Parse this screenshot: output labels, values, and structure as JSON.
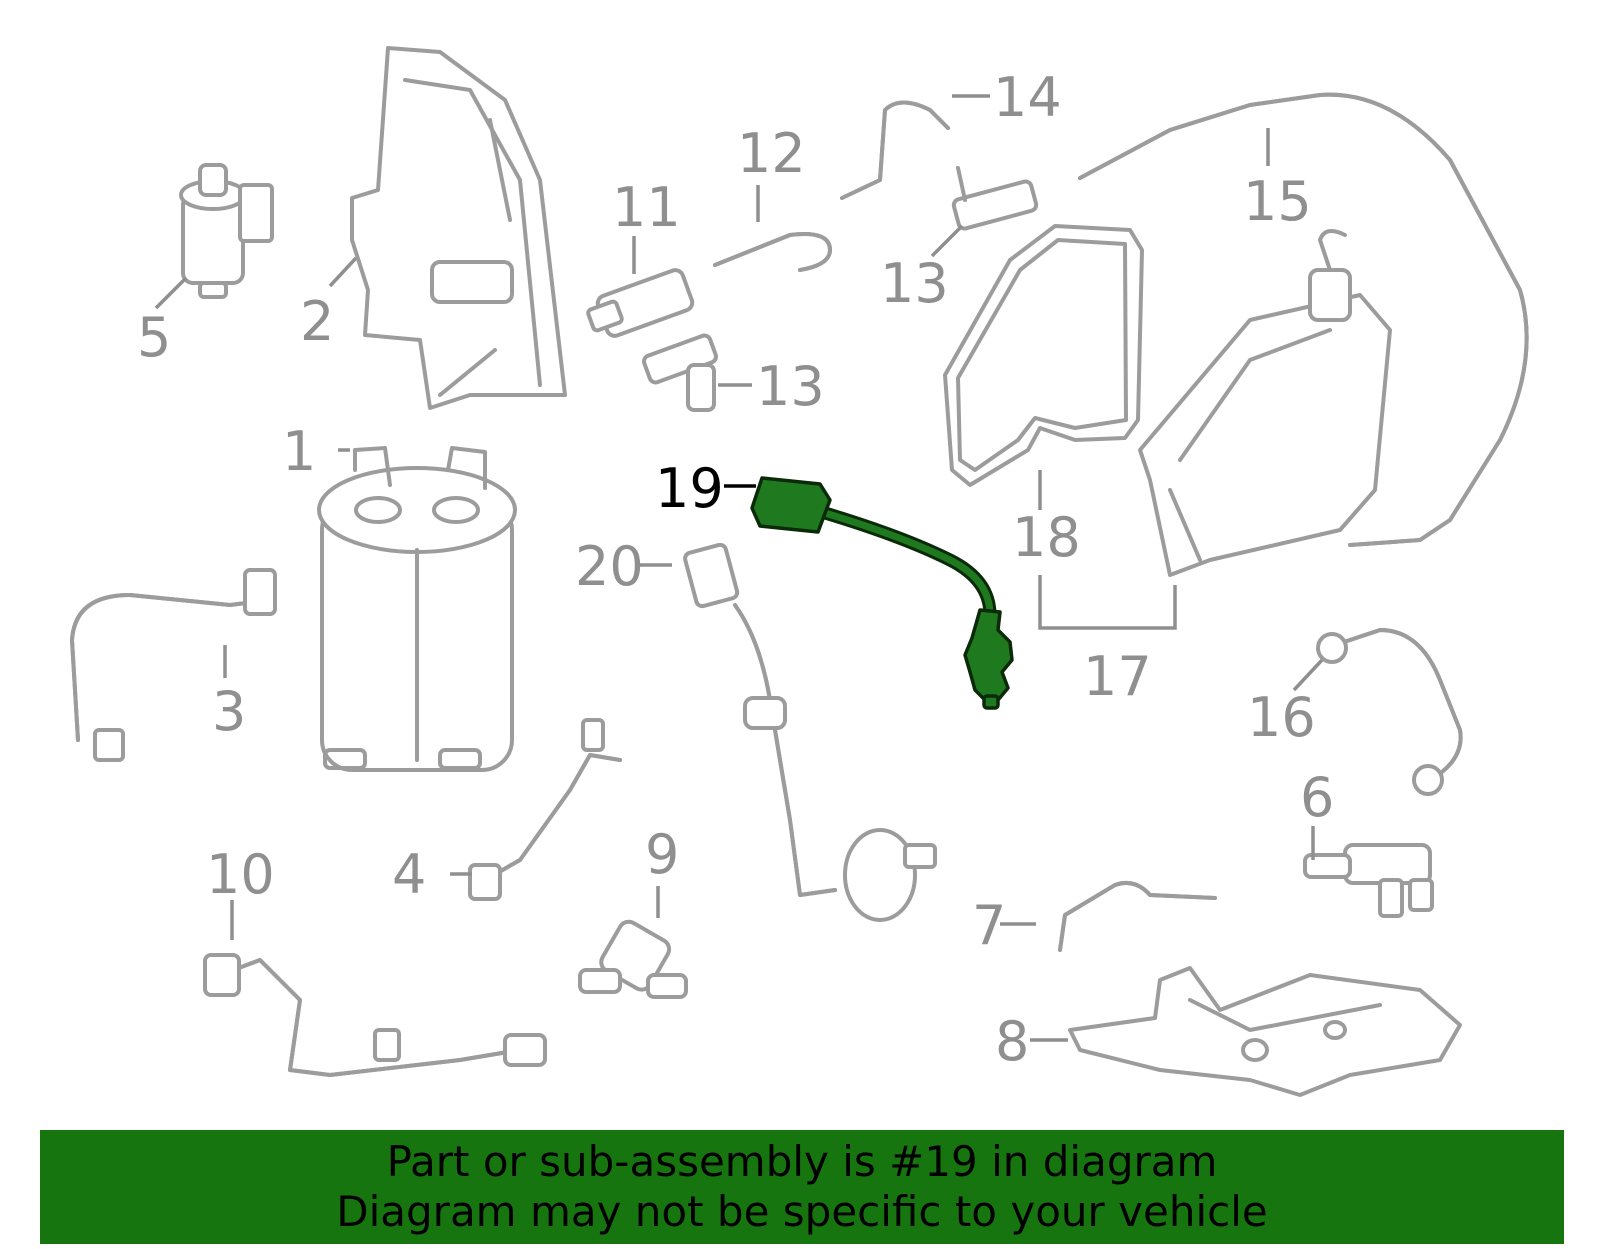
{
  "callouts": {
    "c1": "1",
    "c2": "2",
    "c3": "3",
    "c4": "4",
    "c5": "5",
    "c6": "6",
    "c7": "7",
    "c8": "8",
    "c9": "9",
    "c10": "10",
    "c11": "11",
    "c12": "12",
    "c13a": "13",
    "c13b": "13",
    "c14": "14",
    "c15": "15",
    "c16": "16",
    "c17": "17",
    "c18": "18",
    "c19": "19",
    "c20": "20"
  },
  "highlighted_part": "19",
  "colors": {
    "highlight": "#1f7a1f",
    "banner": "#17750f",
    "part_stroke": "#9c9c9c",
    "label": "#8f8f8f"
  },
  "banner": {
    "line1": "Part or sub-assembly is #19 in diagram",
    "line2": "Diagram may not be specific to your vehicle"
  }
}
